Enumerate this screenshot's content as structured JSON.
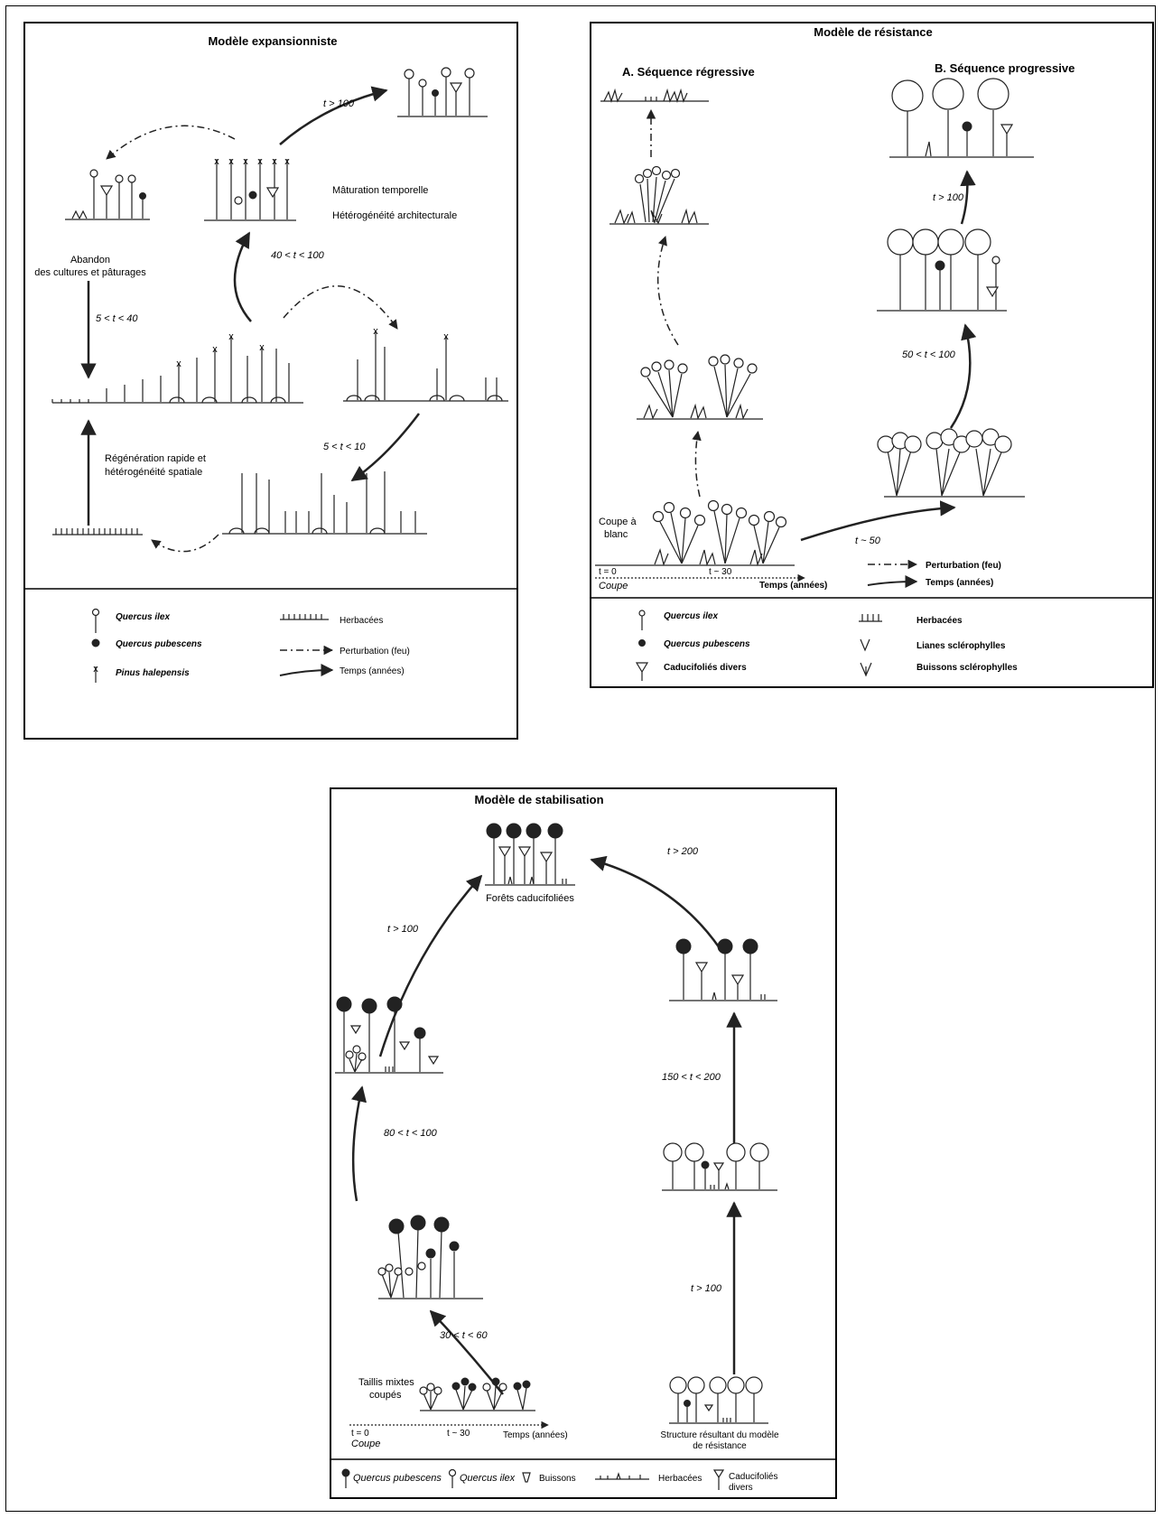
{
  "expansionniste": {
    "title": "Modèle expansionniste",
    "label_maturation": "Mâturation temporelle",
    "label_heterogeneite": "Hétérogénéité architecturale",
    "label_abandon_1": "Abandon",
    "label_abandon_2": "des cultures et pâturages",
    "label_regeneration_1": "Régénération rapide et",
    "label_regeneration_2": "hétérogénéité spatiale",
    "t_gt_100": "t > 100",
    "t_40_100": "40 < t < 100",
    "t_5_40": "5 < t < 40",
    "t_5_10": "5 < t < 10",
    "legend": {
      "quercus_ilex": "Quercus ilex",
      "quercus_pubescens": "Quercus pubescens",
      "pinus": "Pinus halepensis",
      "herbacees": "Herbacées",
      "perturbation": "Perturbation (feu)",
      "temps": "Temps (années)"
    }
  },
  "resistance": {
    "title": "Modèle de résistance",
    "seq_a": "A. Séquence régressive",
    "seq_b": "B. Séquence progressive",
    "t_gt_100": "t > 100",
    "t_50_100": "50 < t < 100",
    "t_50": "t ~ 50",
    "coupe_1": "Coupe à",
    "coupe_2": "blanc",
    "t0": "t = 0",
    "coupe": "Coupe",
    "t30": "t ~ 30",
    "temps_axis": "Temps (années)",
    "perturbation": "Perturbation (feu)",
    "temps": "Temps (années)",
    "legend": {
      "quercus_ilex": "Quercus ilex",
      "quercus_pubescens": "Quercus pubescens",
      "caducifolies": "Caducifoliés divers",
      "herbacees": "Herbacées",
      "lianes": "Lianes sclérophylles",
      "buissons": "Buissons sclérophylles"
    }
  },
  "stabilisation": {
    "title": "Modèle de stabilisation",
    "t_gt_100_left": "t > 100",
    "t_gt_200": "t > 200",
    "forets": "Forêts caducifoliées",
    "t_150_200": "150 < t < 200",
    "t_80_100": "80 < t < 100",
    "t_gt_100_right": "t > 100",
    "t_30_60": "30 < t < 60",
    "taillis_1": "Taillis mixtes",
    "taillis_2": "coupés",
    "t0": "t = 0",
    "coupe": "Coupe",
    "t30": "t ~ 30",
    "temps_axis": "Temps (années)",
    "structure_1": "Structure résultant du modèle",
    "structure_2": "de résistance",
    "legend": {
      "quercus_pubescens": "Quercus pubescens",
      "quercus_ilex": "Quercus ilex",
      "buissons": "Buissons",
      "herbacees": "Herbacées",
      "caducifolies_1": "Caducifoliés",
      "caducifolies_2": "divers"
    }
  }
}
